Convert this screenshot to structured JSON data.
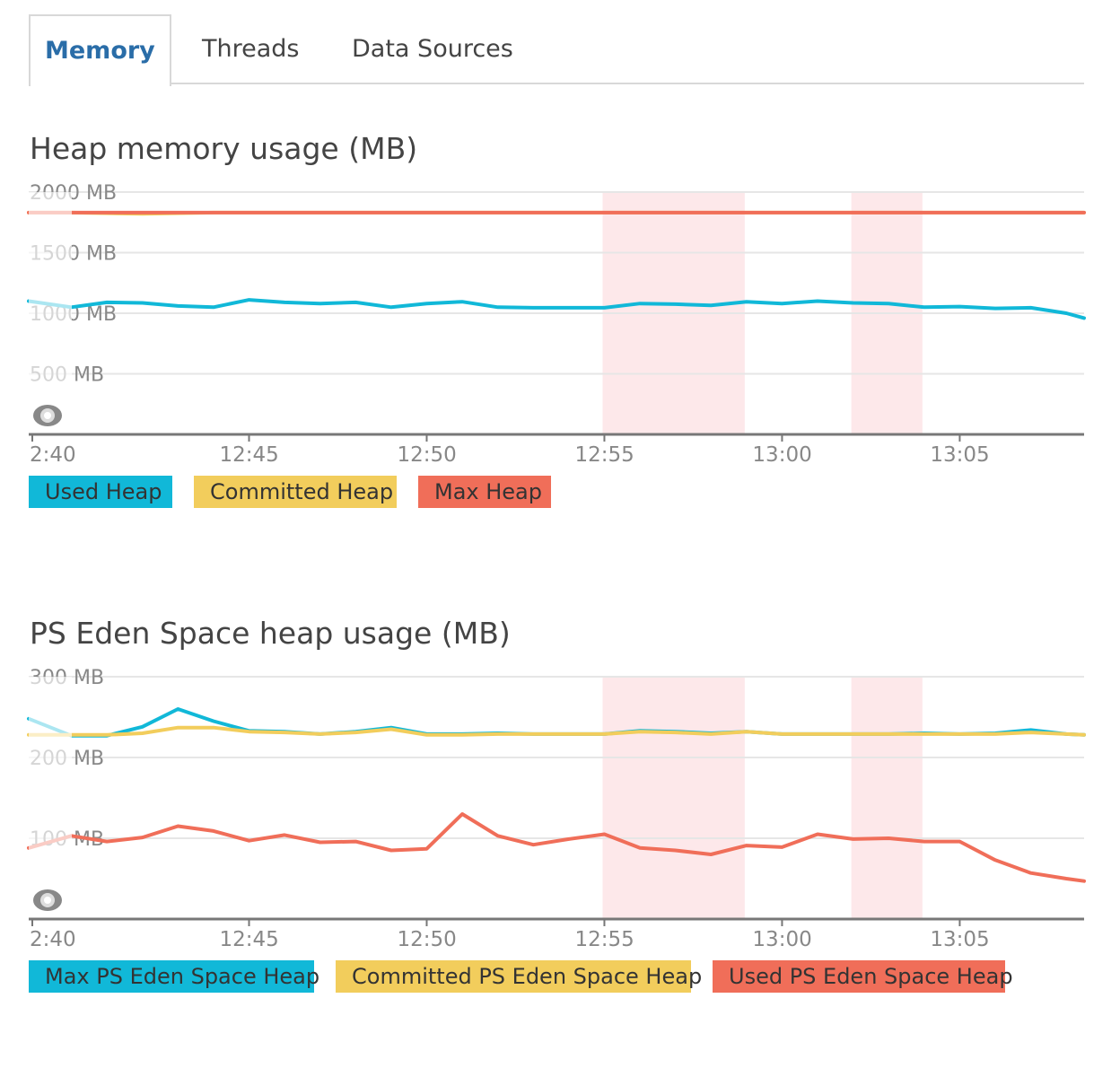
{
  "tabs": [
    {
      "label": "Memory",
      "active": true
    },
    {
      "label": "Threads",
      "active": false
    },
    {
      "label": "Data Sources",
      "active": false
    }
  ],
  "colors": {
    "cyan": "#11b8d8",
    "yellow": "#f2cd5c",
    "red": "#f06e59",
    "highlight": "#fde8ea",
    "grid": "#e6e6e6",
    "axis": "#888888"
  },
  "chart_data": [
    {
      "type": "line",
      "title": "Heap memory usage (MB)",
      "ylim": [
        0,
        2000
      ],
      "y_ticks": [
        2000,
        1500,
        1000,
        500
      ],
      "y_tick_labels": [
        "2000 MB",
        "1500 MB",
        "1000 MB",
        "500 MB"
      ],
      "xlim": [
        38.8,
        68.5
      ],
      "x_ticks": [
        40,
        45,
        50,
        55,
        60,
        65
      ],
      "x_tick_labels": [
        "2:40",
        "12:45",
        "12:50",
        "12:55",
        "13:00",
        "13:05"
      ],
      "highlight_ranges": [
        [
          54.95,
          58.95
        ],
        [
          61.95,
          63.95
        ]
      ],
      "grid": true,
      "legend": "bottom-left",
      "series": [
        {
          "name": "Used Heap",
          "color": "#11b8d8",
          "x": [
            38.8,
            40,
            41,
            42,
            43,
            44,
            45,
            46,
            47,
            48,
            49,
            50,
            51,
            52,
            53,
            54,
            55,
            56,
            57,
            58,
            59,
            60,
            61,
            62,
            63,
            64,
            65,
            66,
            67,
            68,
            68.5
          ],
          "values": [
            1100,
            1050,
            1090,
            1085,
            1060,
            1050,
            1110,
            1090,
            1080,
            1090,
            1050,
            1080,
            1095,
            1050,
            1045,
            1045,
            1045,
            1080,
            1075,
            1065,
            1095,
            1080,
            1100,
            1085,
            1080,
            1050,
            1055,
            1040,
            1045,
            1000,
            960
          ]
        },
        {
          "name": "Committed Heap",
          "color": "#f2cd5c",
          "x": [
            38.8,
            40,
            42,
            44,
            46,
            50,
            55,
            60,
            65,
            68.5
          ],
          "values": [
            1830,
            1830,
            1820,
            1830,
            1830,
            1830,
            1830,
            1830,
            1830,
            1830
          ]
        },
        {
          "name": "Max Heap",
          "color": "#f06e59",
          "x": [
            38.8,
            40,
            42,
            44,
            46,
            50,
            55,
            60,
            65,
            68.5
          ],
          "values": [
            1830,
            1830,
            1830,
            1830,
            1830,
            1830,
            1830,
            1830,
            1830,
            1830
          ]
        }
      ]
    },
    {
      "type": "line",
      "title": "PS Eden Space heap usage (MB)",
      "ylim": [
        0,
        300
      ],
      "y_ticks": [
        300,
        200,
        100
      ],
      "y_tick_labels": [
        "300 MB",
        "200 MB",
        "100 MB"
      ],
      "xlim": [
        38.8,
        68.5
      ],
      "x_ticks": [
        40,
        45,
        50,
        55,
        60,
        65
      ],
      "x_tick_labels": [
        "2:40",
        "12:45",
        "12:50",
        "12:55",
        "13:00",
        "13:05"
      ],
      "highlight_ranges": [
        [
          54.95,
          58.95
        ],
        [
          61.95,
          63.95
        ]
      ],
      "grid": true,
      "legend": "bottom-left",
      "series": [
        {
          "name": "Max PS Eden Space Heap",
          "color": "#11b8d8",
          "x": [
            38.8,
            40,
            41,
            42,
            43,
            44,
            45,
            46,
            47,
            48,
            49,
            50,
            51,
            52,
            53,
            54,
            55,
            56,
            57,
            58,
            59,
            60,
            61,
            62,
            63,
            64,
            65,
            66,
            67,
            68,
            68.5
          ],
          "values": [
            248,
            227,
            227,
            238,
            260,
            245,
            233,
            232,
            229,
            232,
            237,
            229,
            229,
            230,
            229,
            229,
            229,
            233,
            232,
            230,
            232,
            229,
            229,
            229,
            229,
            230,
            229,
            230,
            234,
            229,
            228
          ]
        },
        {
          "name": "Committed PS Eden Space Heap",
          "color": "#f2cd5c",
          "x": [
            38.8,
            40,
            41,
            42,
            43,
            44,
            45,
            46,
            47,
            48,
            49,
            50,
            51,
            52,
            53,
            54,
            55,
            56,
            57,
            58,
            59,
            60,
            61,
            62,
            63,
            64,
            65,
            66,
            67,
            68,
            68.5
          ],
          "values": [
            228,
            228,
            228,
            230,
            237,
            237,
            232,
            231,
            229,
            231,
            235,
            228,
            228,
            229,
            229,
            229,
            229,
            232,
            231,
            229,
            232,
            229,
            229,
            229,
            229,
            229,
            229,
            229,
            231,
            229,
            228
          ]
        },
        {
          "name": "Used PS Eden Space Heap",
          "color": "#f06e59",
          "x": [
            38.8,
            40,
            41,
            42,
            43,
            44,
            45,
            46,
            47,
            48,
            49,
            50,
            51,
            52,
            53,
            54,
            55,
            56,
            57,
            58,
            59,
            60,
            61,
            62,
            63,
            64,
            65,
            66,
            67,
            68,
            68.5
          ],
          "values": [
            88,
            103,
            96,
            101,
            115,
            109,
            97,
            104,
            95,
            96,
            85,
            87,
            130,
            103,
            92,
            99,
            105,
            88,
            85,
            80,
            91,
            89,
            105,
            99,
            100,
            96,
            96,
            73,
            57,
            50,
            47
          ]
        }
      ]
    }
  ]
}
